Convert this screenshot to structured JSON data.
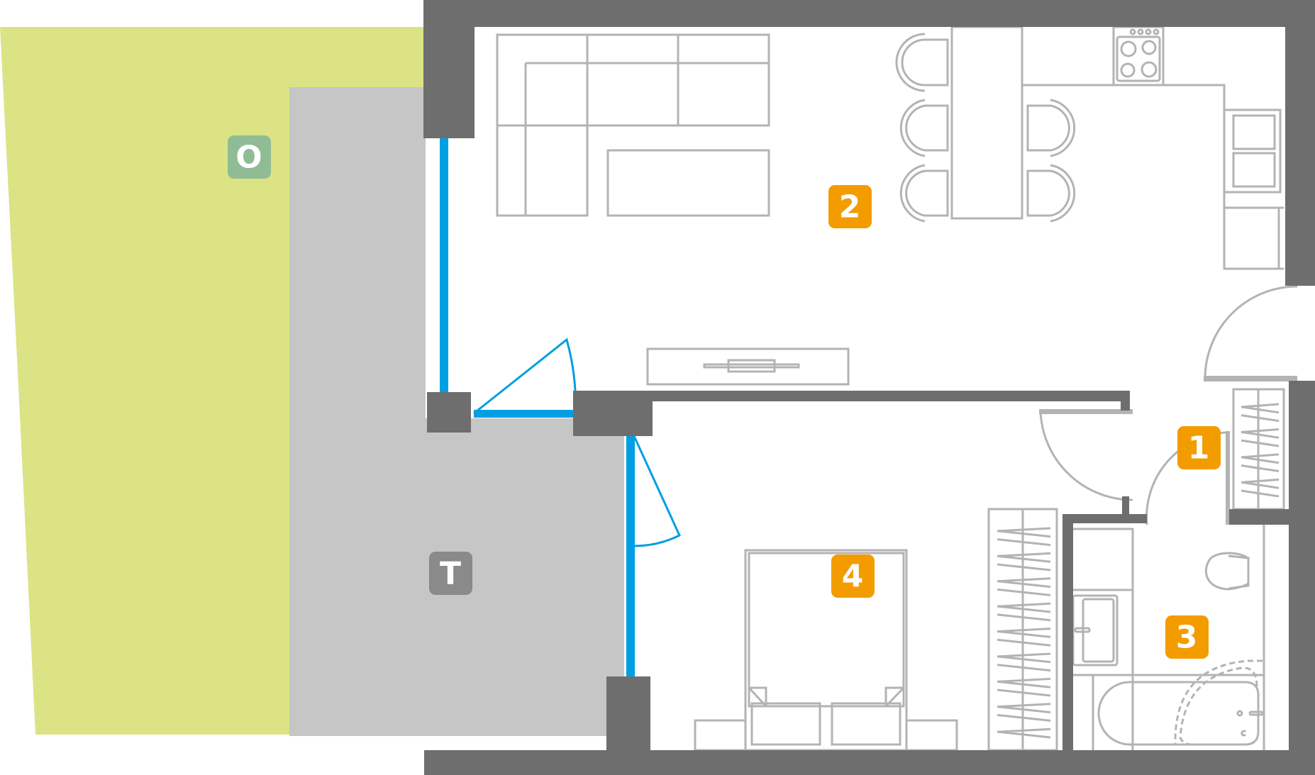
{
  "plan": {
    "colors": {
      "wall": "#6e6e6e",
      "window": "#009fe3",
      "lawn": "#dce385",
      "terrace": "#c6c6c6",
      "furniture": "#b3b3b3",
      "room_badge": "#f39c00",
      "garden_badge": "#8fbc94",
      "terrace_badge": "#8a8a8a"
    },
    "labels": {
      "garden": "O",
      "terrace": "T",
      "hall": "1",
      "living": "2",
      "bathroom": "3",
      "bedroom": "4"
    }
  }
}
